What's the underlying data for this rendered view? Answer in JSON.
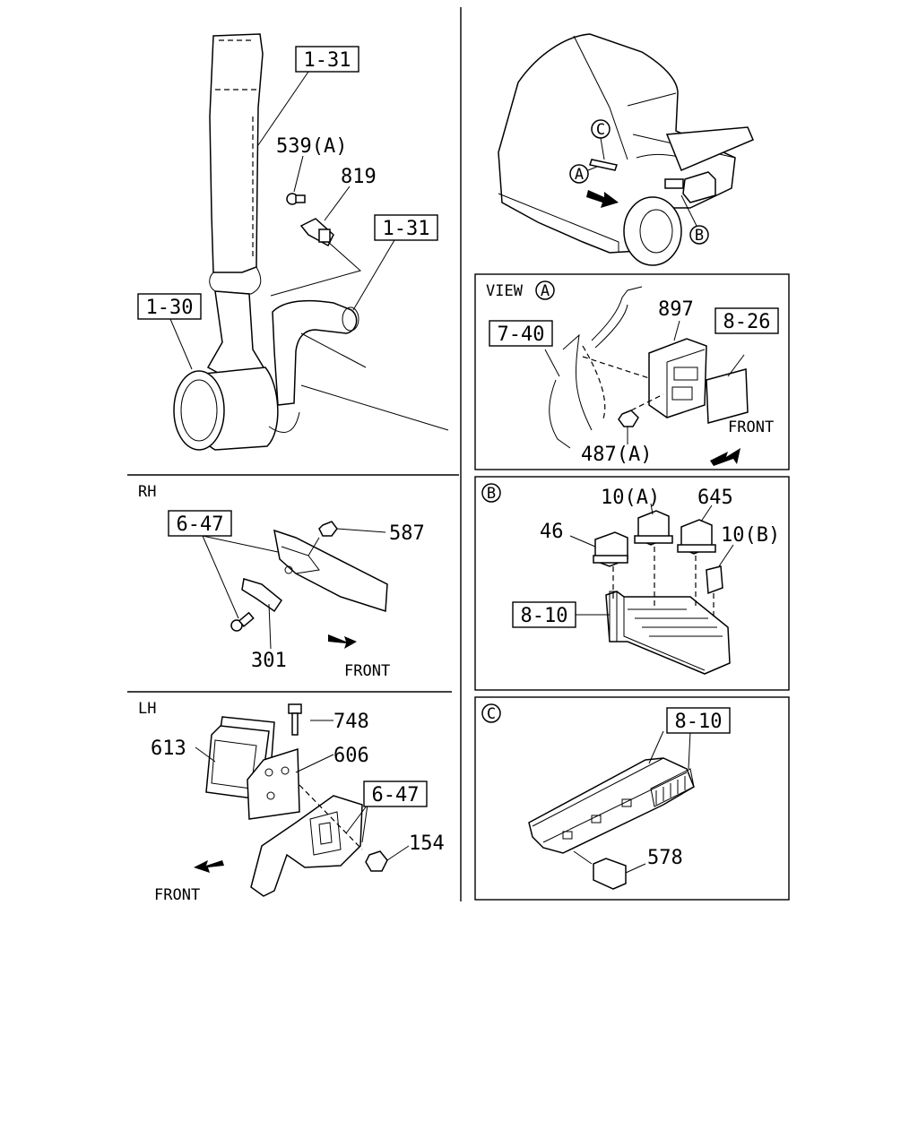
{
  "panels": {
    "engine": {
      "refs": [
        "1-31",
        "1-31",
        "1-30"
      ],
      "parts": [
        "539(A)",
        "819"
      ]
    },
    "rh": {
      "title": "RH",
      "refs": [
        "6-47"
      ],
      "parts": [
        "587",
        "301"
      ],
      "direction": "FRONT"
    },
    "lh": {
      "title": "LH",
      "refs": [
        "6-47"
      ],
      "parts": [
        "748",
        "613",
        "606",
        "154"
      ],
      "direction": "FRONT"
    },
    "cab": {
      "markers": [
        "C",
        "A",
        "B"
      ]
    },
    "view_a": {
      "title": "VIEW",
      "marker": "A",
      "refs": [
        "7-40",
        "8-26"
      ],
      "parts": [
        "897",
        "487(A)"
      ],
      "direction": "FRONT"
    },
    "detail_b": {
      "marker": "B",
      "refs": [
        "8-10"
      ],
      "parts": [
        "10(A)",
        "645",
        "46",
        "10(B)"
      ]
    },
    "detail_c": {
      "marker": "C",
      "refs": [
        "8-10"
      ],
      "parts": [
        "578"
      ]
    }
  }
}
